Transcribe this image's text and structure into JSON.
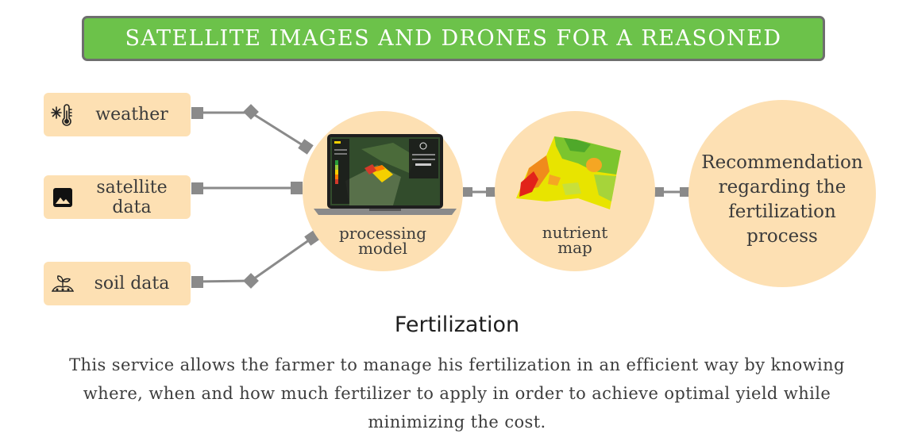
{
  "banner": {
    "title": "SATELLITE IMAGES AND DRONES FOR A REASONED"
  },
  "sources": [
    {
      "label": "weather",
      "icon": "thermometer-snowflake-icon"
    },
    {
      "label": "satellite\ndata",
      "icon": "image-icon"
    },
    {
      "label": "soil data",
      "icon": "sprout-icon"
    }
  ],
  "steps": {
    "processing": {
      "label": "processing\nmodel"
    },
    "nutrient": {
      "label": "nutrient\nmap"
    },
    "recommendation": {
      "label": "Recommendation\nregarding the\nfertilization\nprocess"
    }
  },
  "section": {
    "title": "Fertilization",
    "description": "This service allows the farmer to manage his fertilization in an efficient way by knowing where, when and how much fertilizer to apply in order to achieve optimal yield while minimizing the cost."
  },
  "colors": {
    "banner_green": "#6cc24a",
    "banner_border": "#6e6e6e",
    "peach": "#fde0b3",
    "connector_gray": "#8a8a8a"
  }
}
